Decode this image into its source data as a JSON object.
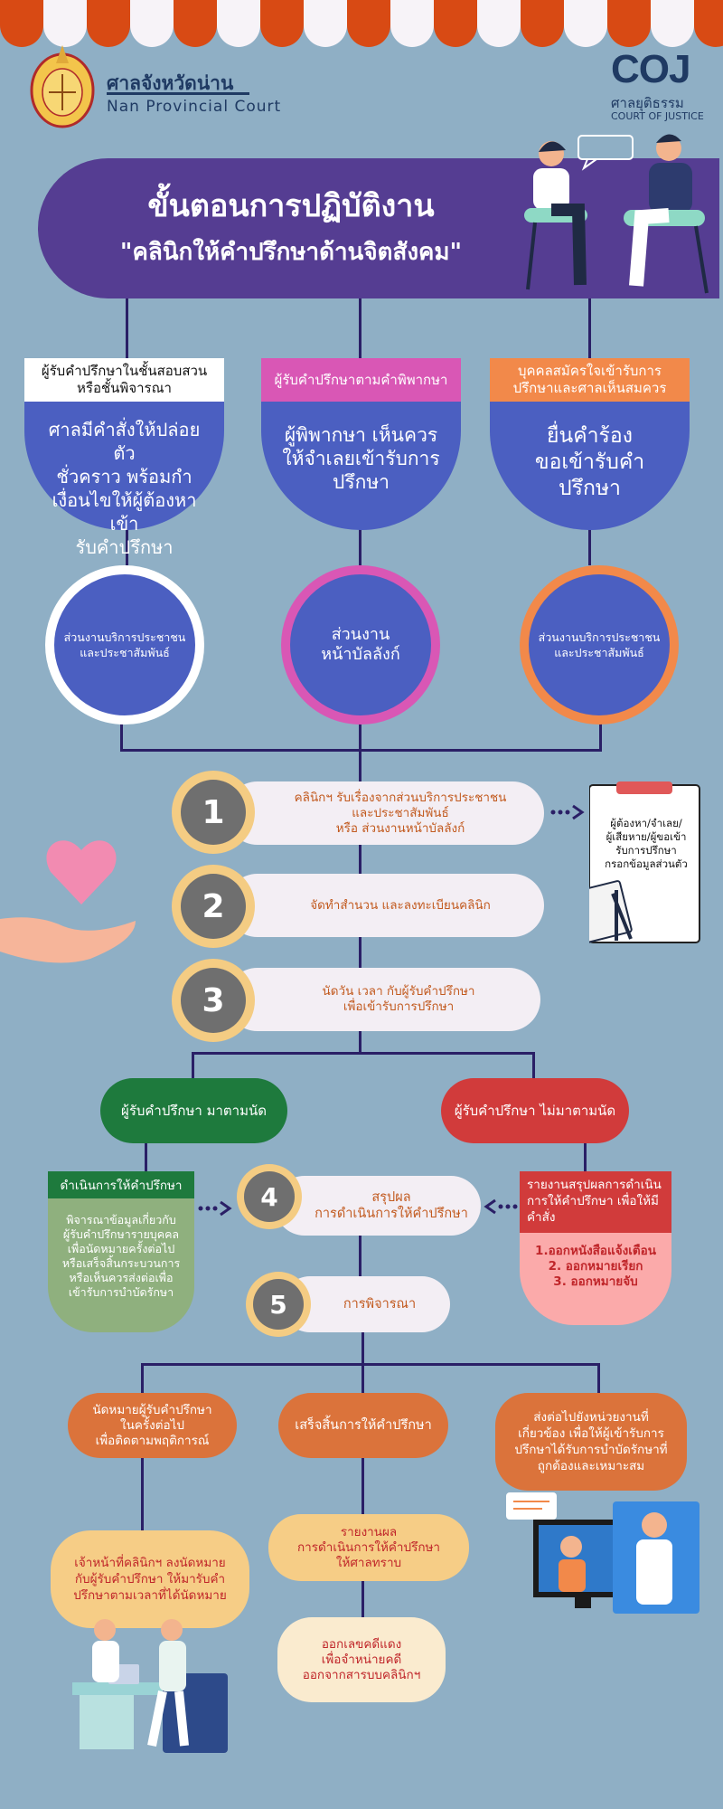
{
  "header": {
    "court_th": "ศาลจังหวัดน่าน",
    "court_en": "Nan Provincial Court",
    "coj_logo": "COJ",
    "coj_th": "ศาลยุติธรรม",
    "coj_en": "COURT OF JUSTICE"
  },
  "banner": {
    "title": "ขั้นตอนการปฏิบัติงาน",
    "subtitle": "\"คลินิกให้คำปรึกษาด้านจิตสังคม\""
  },
  "columns": [
    {
      "header": "ผู้รับคำปรึกษาในชั้นสอบสวน\nหรือชั้นพิจารณา",
      "body": "ศาลมีคำสั่งให้ปล่อยตัว\nชั่วคราว พร้อมกำ\nเงื่อนไขให้ผู้ต้องหาเข้า\nรับคำปรึกษา",
      "circle": "ส่วนงานบริการประชาชน\nและประชาสัมพันธ์"
    },
    {
      "header": "ผู้รับคำปรึกษาตามคำพิพากษา",
      "body": "ผู้พิพากษา เห็นควร\nให้จำเลยเข้ารับการ\nปรึกษา",
      "circle": "ส่วนงาน\nหน้าบัลลังก์"
    },
    {
      "header": "บุคคลสมัครใจเข้ารับการ\nปรึกษาและศาลเห็นสมควร",
      "body": "ยื่นคำร้อง\nขอเข้ารับคำ\nปรึกษา",
      "circle": "ส่วนงานบริการประชาชน\nและประชาสัมพันธ์"
    }
  ],
  "steps": [
    {
      "num": "1",
      "text": "คลินิกฯ รับเรื่องจากส่วนบริการประชาชน\nและประชาสัมพันธ์\nหรือ ส่วนงานหน้าบัลลังก์"
    },
    {
      "num": "2",
      "text": "จัดทำสำนวน และลงทะเบียนคลินิก"
    },
    {
      "num": "3",
      "text": "นัดวัน เวลา กับผู้รับคำปรึกษา\nเพื่อเข้ารับการปรึกษา"
    },
    {
      "num": "4",
      "text": "สรุปผล\nการดำเนินการให้คำปรึกษา"
    },
    {
      "num": "5",
      "text": "การพิจารณา"
    }
  ],
  "clipboard_note": "ผู้ต้องหา/จำเลย/\nผู้เสียหาย/ผู้ขอเข้า\nรับการปรึกษา\nกรอกข้อมูลส่วนตัว",
  "attend": {
    "label": "ผู้รับคำปรึกษา มาตามนัด",
    "box_header": "ดำเนินการให้คำปรึกษา",
    "box_body": "พิจารณาข้อมูลเกี่ยวกับ\nผู้รับคำปรึกษารายบุคคล\nเพื่อนัดหมายครั้งต่อไป\nหรือเสร็จสิ้นกระบวนการ\nหรือเห็นควรส่งต่อเพื่อ\nเข้ารับการบำบัดรักษา"
  },
  "absent": {
    "label": "ผู้รับคำปรึกษา ไม่มาตามนัด",
    "box_header": "รายงานสรุปผลการดำเนิน\nการให้คำปรึกษา เพื่อให้มี\nคำสั่ง",
    "box_body": "1.ออกหนังสือแจ้งเตือน\n2. ออกหมายเรียก\n3. ออกหมายจับ"
  },
  "outcomes": [
    {
      "text": "นัดหมายผู้รับคำปรึกษา\nในครั้งต่อไป\nเพื่อติดตามพฤติการณ์"
    },
    {
      "text": "เสร็จสิ้นการให้คำปรึกษา"
    },
    {
      "text": "ส่งต่อไปยังหน่วยงานที่\nเกี่ยวข้อง เพื่อให้ผู้เข้ารับการ\nปรึกษาได้รับการบำบัดรักษาที่\nถูกต้องและเหมาะสม"
    }
  ],
  "followups": {
    "left": "เจ้าหน้าที่คลินิกฯ ลงนัดหมาย\nกับผู้รับคำปรึกษา ให้มารับคำ\nปรึกษาตามเวลาที่ได้นัดหมาย",
    "report": "รายงานผล\nการดำเนินการให้คำปรึกษา\nให้ศาลทราบ",
    "close": "ออกเลขคดีแดง\nเพื่อจำหน่ายคดี\nออกจากสารบบคลินิกฯ"
  },
  "colors": {
    "background": "#8fafc5",
    "purple": "#553d92",
    "navy": "#2a1f66",
    "blue": "#4b5fc1",
    "pink": "#d957b5",
    "orange": "#f2894a",
    "green": "#1e7a3d",
    "red": "#d13b3b",
    "awning_red": "#d84a14"
  }
}
